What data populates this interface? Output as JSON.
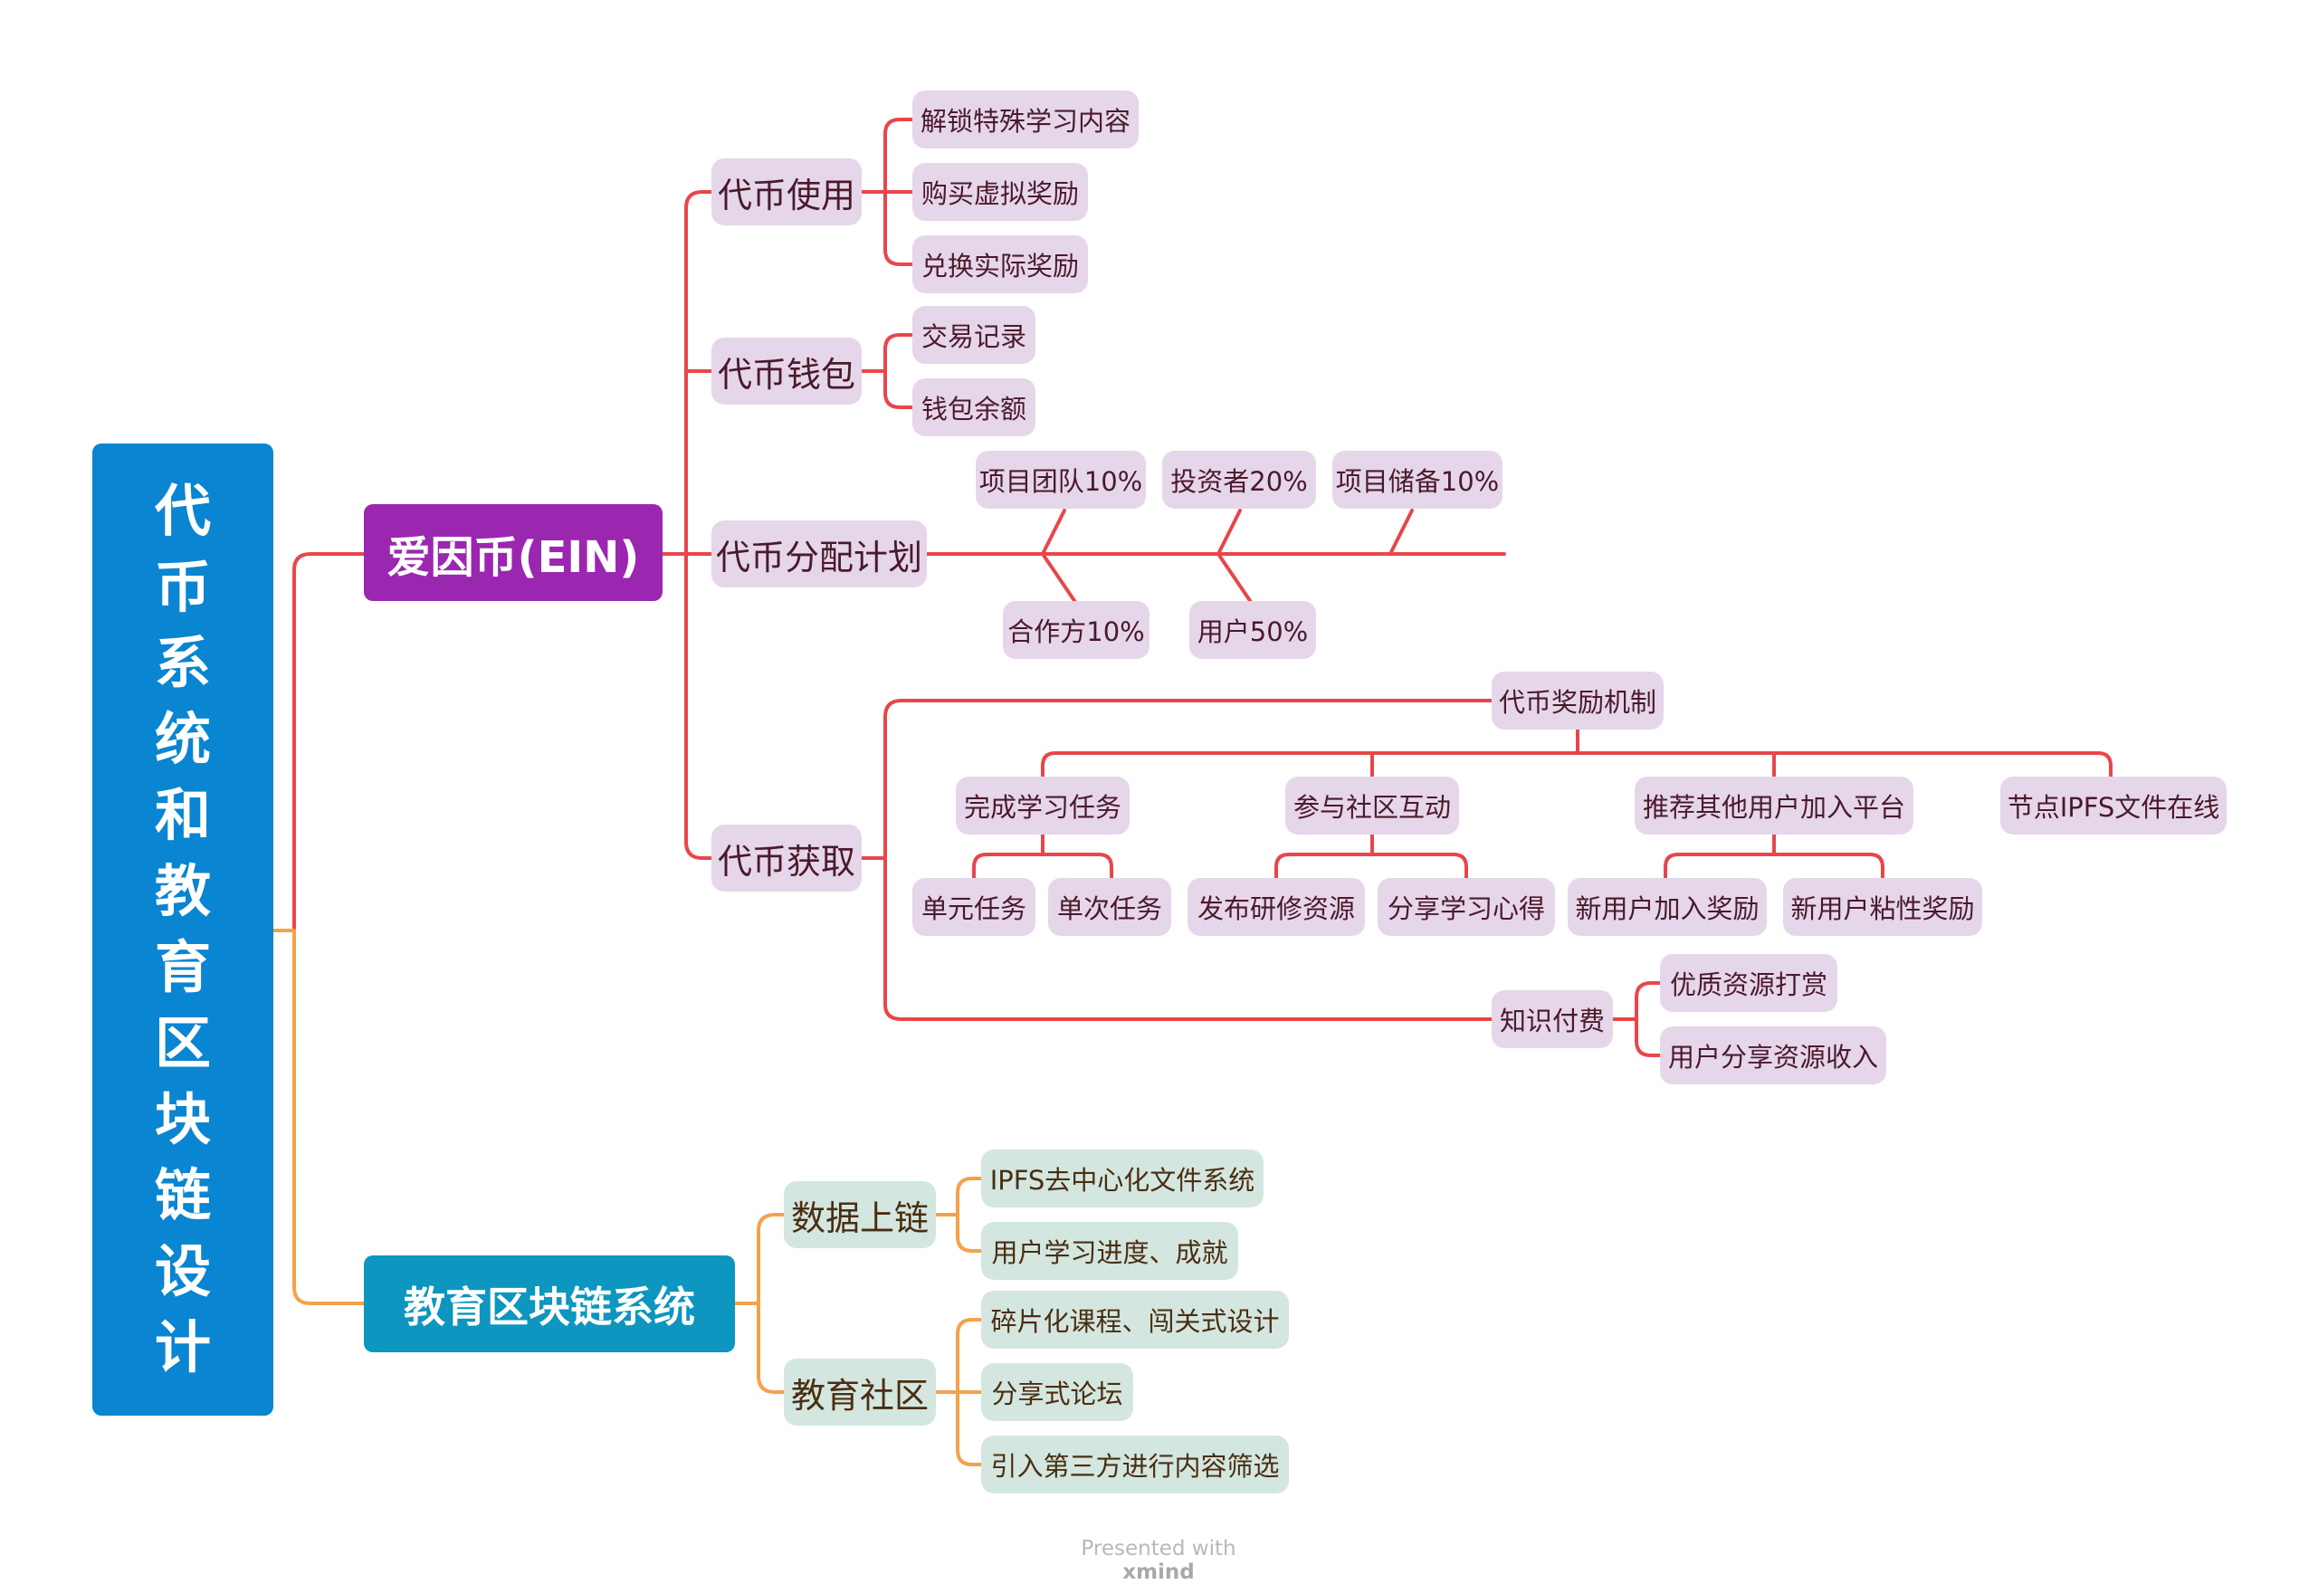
{
  "root": {
    "chars": [
      "代",
      "币",
      "系",
      "统",
      "和",
      "教",
      "育",
      "区",
      "块",
      "链",
      "设",
      "计"
    ]
  },
  "branch_token": {
    "title": "爱因币(EIN)",
    "usage": {
      "title": "代币使用",
      "items": [
        "解锁特殊学习内容",
        "购买虚拟奖励",
        "兑换实际奖励"
      ]
    },
    "wallet": {
      "title": "代币钱包",
      "items": [
        "交易记录",
        "钱包余额"
      ]
    },
    "distribution": {
      "title": "代币分配计划",
      "top": [
        "项目团队10%",
        "投资者20%",
        "项目储备10%"
      ],
      "bottom": [
        "合作方10%",
        "用户50%"
      ]
    },
    "acquire": {
      "title": "代币获取",
      "reward": {
        "title": "代币奖励机制",
        "learning": {
          "title": "完成学习任务",
          "items": [
            "单元任务",
            "单次任务"
          ]
        },
        "community": {
          "title": "参与社区互动",
          "items": [
            "发布研修资源",
            "分享学习心得"
          ]
        },
        "referral": {
          "title": "推荐其他用户加入平台",
          "items": [
            "新用户加入奖励",
            "新用户粘性奖励"
          ]
        },
        "ipfs": {
          "title": "节点IPFS文件在线"
        }
      },
      "knowledge": {
        "title": "知识付费",
        "items": [
          "优质资源打赏",
          "用户分享资源收入"
        ]
      }
    }
  },
  "branch_edu": {
    "title": "教育区块链系统",
    "data": {
      "title": "数据上链",
      "items": [
        "IPFS去中心化文件系统",
        "用户学习进度、成就"
      ]
    },
    "community": {
      "title": "教育社区",
      "items": [
        "碎片化课程、闯关式设计",
        "分享式论坛",
        "引入第三方进行内容筛选"
      ]
    }
  },
  "footer": {
    "prefix": "Presented with ",
    "brand": "xmind"
  },
  "colors": {
    "root": "#0a85d1",
    "token_branch": "#9b27b0",
    "edu_branch": "#0d96bf",
    "red_line": "#e8464a",
    "orange_line": "#f4a24a",
    "purple_node": "#e6d6ea",
    "green_node": "#d4e6e0"
  }
}
